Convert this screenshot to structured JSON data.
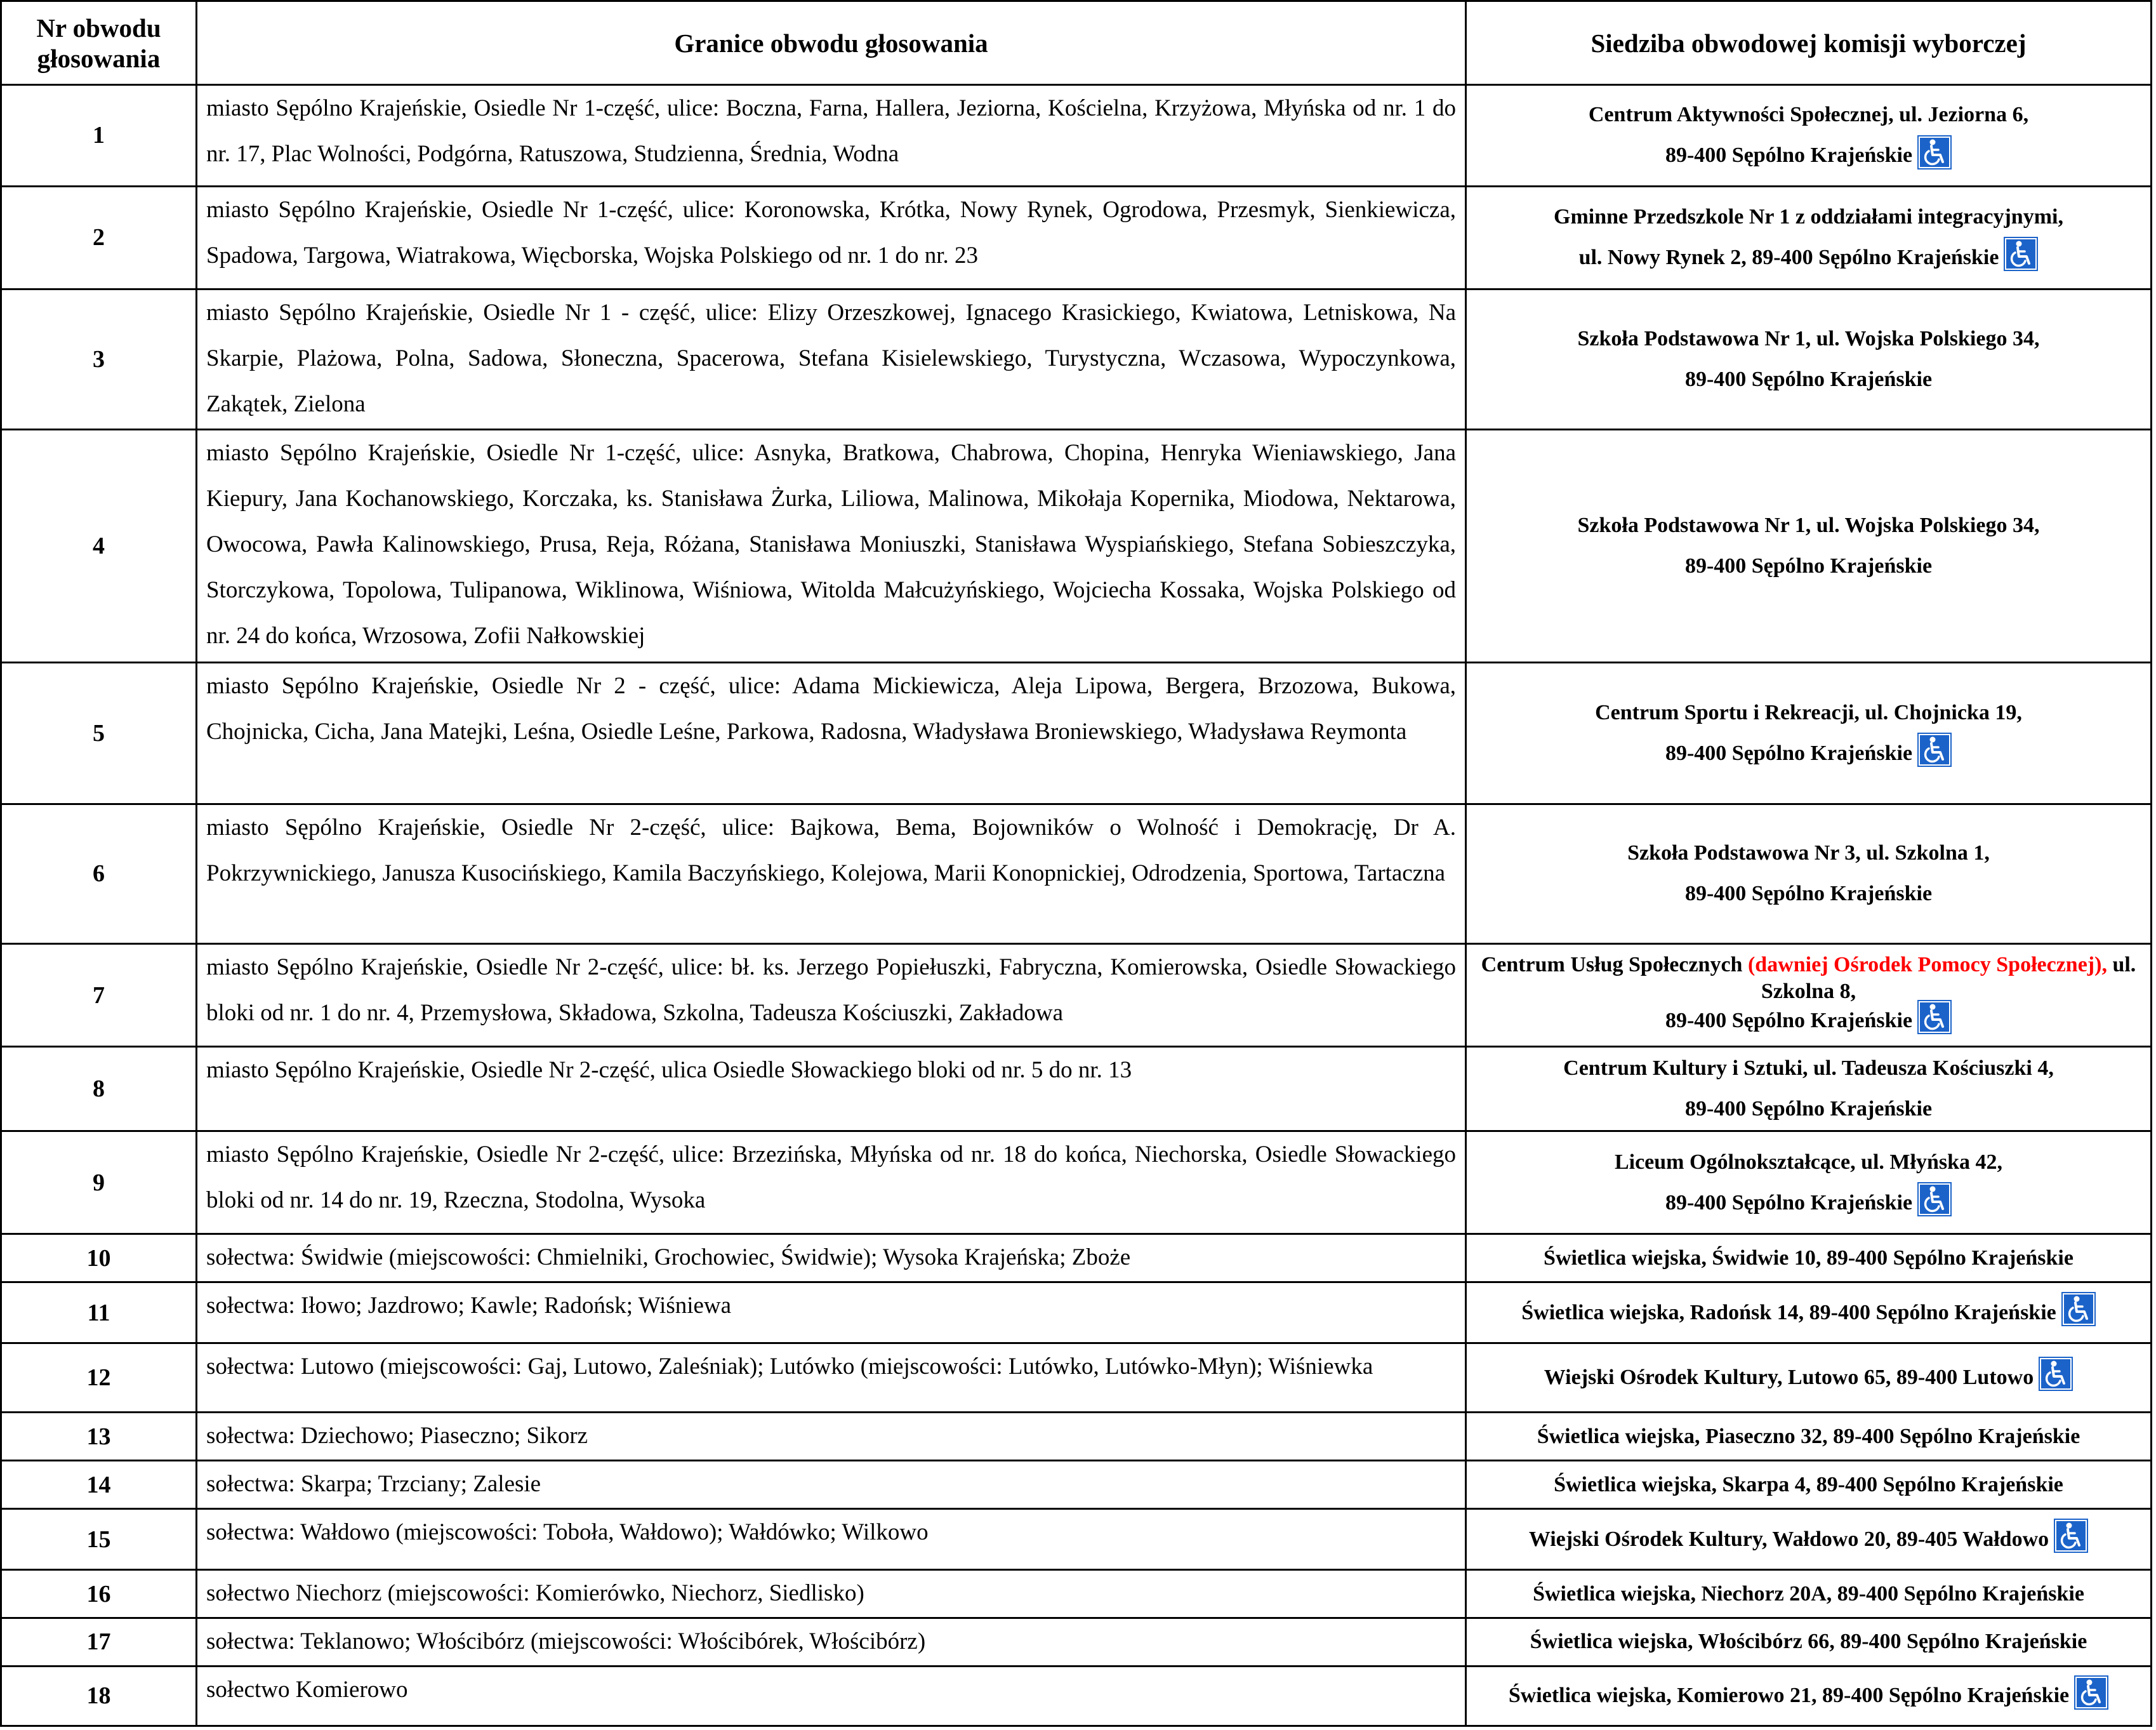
{
  "header": {
    "nr": "Nr obwodu\ngłosowania",
    "granice": "Granice obwodu głosowania",
    "siedziba": "Siedziba obwodowej komisji wyborczej"
  },
  "rows": [
    {
      "nr": "1",
      "granice": "miasto Sępólno Krajeńskie, Osiedle Nr 1-część, ulice: Boczna, Farna, Hallera, Jeziorna, Kościelna, Krzyżowa, Młyńska od nr. 1 do nr. 17, Plac Wolności, Podgórna, Ratuszowa, Studzienna, Średnia, Wodna",
      "siedziba_lines": [
        "Centrum Aktywności Społecznej, ul. Jeziorna 6,",
        "89-400 Sępólno Krajeńskie"
      ],
      "accessible": true
    },
    {
      "nr": "2",
      "granice": "miasto Sępólno Krajeńskie, Osiedle Nr 1-część, ulice: Koronowska, Krótka, Nowy Rynek, Ogrodowa, Przesmyk, Sienkiewicza, Spadowa, Targowa, Wiatrakowa, Więcborska, Wojska Polskiego od nr. 1 do nr. 23",
      "siedziba_lines": [
        "Gminne Przedszkole Nr 1 z oddziałami integracyjnymi,",
        "ul. Nowy Rynek 2,  89-400 Sępólno Krajeńskie"
      ],
      "accessible": true
    },
    {
      "nr": "3",
      "granice": "miasto Sępólno Krajeńskie, Osiedle Nr 1 - część, ulice: Elizy Orzeszkowej, Ignacego Krasickiego, Kwiatowa, Letniskowa, Na Skarpie, Plażowa, Polna, Sadowa, Słoneczna, Spacerowa, Stefana Kisielewskiego, Turystyczna, Wczasowa, Wypoczynkowa, Zakątek, Zielona",
      "siedziba_lines": [
        "Szkoła Podstawowa Nr 1, ul. Wojska Polskiego 34,",
        "89-400 Sępólno Krajeńskie"
      ],
      "accessible": false
    },
    {
      "nr": "4",
      "granice": "miasto Sępólno Krajeńskie, Osiedle Nr 1-część, ulice: Asnyka, Bratkowa, Chabrowa, Chopina, Henryka Wieniawskiego, Jana Kiepury, Jana Kochanowskiego, Korczaka, ks. Stanisława Żurka, Liliowa, Malinowa, Mikołaja Kopernika, Miodowa, Nektarowa, Owocowa, Pawła Kalinowskiego, Prusa, Reja, Różana, Stanisława Moniuszki, Stanisława Wyspiańskiego, Stefana Sobieszczyka, Storczykowa, Topolowa, Tulipanowa, Wiklinowa, Wiśniowa, Witolda Małcużyńskiego, Wojciecha Kossaka, Wojska Polskiego od nr. 24 do końca, Wrzosowa, Zofii Nałkowskiej",
      "siedziba_lines": [
        "Szkoła Podstawowa Nr 1, ul. Wojska Polskiego 34,",
        "89-400 Sępólno Krajeńskie"
      ],
      "accessible": false
    },
    {
      "nr": "5",
      "granice": "miasto Sępólno Krajeńskie, Osiedle Nr 2 - część, ulice: Adama Mickiewicza, Aleja Lipowa, Bergera, Brzozowa, Bukowa, Chojnicka, Cicha, Jana Matejki, Leśna, Osiedle Leśne, Parkowa, Radosna, Władysława Broniewskiego, Władysława Reymonta",
      "siedziba_lines": [
        "Centrum Sportu i Rekreacji, ul. Chojnicka 19,",
        "89-400 Sępólno Krajeńskie"
      ],
      "accessible": true
    },
    {
      "nr": "6",
      "granice": "miasto Sępólno Krajeńskie, Osiedle Nr 2-część, ulice: Bajkowa, Bema, Bojowników o Wolność i Demokrację, Dr A. Pokrzywnickiego, Janusza Kusocińskiego, Kamila Baczyńskiego, Kolejowa, Marii Konopnickiej, Odrodzenia, Sportowa, Tartaczna",
      "siedziba_lines": [
        "Szkoła Podstawowa Nr 3, ul. Szkolna 1,",
        "89-400 Sępólno Krajeńskie"
      ],
      "accessible": false
    },
    {
      "nr": "7",
      "granice": "miasto Sępólno Krajeńskie, Osiedle Nr 2-część, ulice: bł. ks. Jerzego Popiełuszki, Fabryczna, Komierowska, Osiedle Słowackiego bloki od nr. 1 do nr. 4, Przemysłowa, Składowa, Szkolna, Tadeusza Kościuszki, Zakładowa",
      "siedziba_a": "Centrum Usług Społecznych ",
      "siedziba_red": "(dawniej Ośrodek Pomocy Społecznej),",
      "siedziba_b": " ul. Szkolna 8,",
      "siedziba_c": "89-400 Sępólno Krajeńskie",
      "accessible": true
    },
    {
      "nr": "8",
      "granice": "miasto Sępólno Krajeńskie, Osiedle Nr 2-część, ulica Osiedle Słowackiego bloki od nr. 5 do nr. 13",
      "siedziba_lines": [
        "Centrum Kultury i Sztuki, ul. Tadeusza Kościuszki 4,",
        "89-400 Sępólno Krajeńskie"
      ],
      "accessible": false
    },
    {
      "nr": "9",
      "granice": "miasto Sępólno Krajeńskie, Osiedle Nr 2-część, ulice: Brzezińska, Młyńska od nr. 18 do końca, Niechorska, Osiedle Słowackiego bloki od nr. 14 do nr. 19, Rzeczna, Stodolna, Wysoka",
      "siedziba_lines": [
        "Liceum Ogólnokształcące, ul. Młyńska 42,",
        "89-400 Sępólno Krajeńskie"
      ],
      "accessible": true
    },
    {
      "nr": "10",
      "granice": "sołectwa: Świdwie (miejscowości: Chmielniki, Grochowiec, Świdwie); Wysoka Krajeńska; Zboże",
      "siedziba_lines": [
        "Świetlica wiejska, Świdwie 10, 89-400 Sępólno Krajeńskie"
      ],
      "accessible": false
    },
    {
      "nr": "11",
      "granice": "sołectwa: Iłowo; Jazdrowo; Kawle; Radońsk; Wiśniewa",
      "siedziba_lines": [
        "Świetlica wiejska, Radońsk 14,  89-400 Sępólno Krajeńskie"
      ],
      "accessible": true
    },
    {
      "nr": "12",
      "granice": "sołectwa: Lutowo (miejscowości: Gaj, Lutowo, Zaleśniak); Lutówko (miejscowości: Lutówko, Lutówko-Młyn); Wiśniewka",
      "siedziba_lines": [
        "Wiejski Ośrodek Kultury, Lutowo 65, 89-400 Lutowo"
      ],
      "accessible": true
    },
    {
      "nr": "13",
      "granice": "sołectwa: Dziechowo; Piaseczno; Sikorz",
      "siedziba_lines": [
        "Świetlica wiejska, Piaseczno 32, 89-400 Sępólno Krajeńskie"
      ],
      "accessible": false
    },
    {
      "nr": "14",
      "granice": "sołectwa: Skarpa; Trzciany; Zalesie",
      "siedziba_lines": [
        "Świetlica wiejska, Skarpa 4, 89-400 Sępólno Krajeńskie"
      ],
      "accessible": false
    },
    {
      "nr": "15",
      "granice": "sołectwa: Wałdowo (miejscowości: Toboła, Wałdowo); Wałdówko; Wilkowo",
      "siedziba_lines": [
        "Wiejski Ośrodek Kultury, Wałdowo 20,  89-405 Wałdowo"
      ],
      "accessible": true
    },
    {
      "nr": "16",
      "granice": "sołectwo Niechorz (miejscowości: Komierówko, Niechorz, Siedlisko)",
      "siedziba_lines": [
        "Świetlica wiejska, Niechorz 20A, 89-400 Sępólno Krajeńskie"
      ],
      "accessible": false
    },
    {
      "nr": "17",
      "granice": "sołectwa: Teklanowo; Włościbórz (miejscowości: Włościbórek, Włościbórz)",
      "siedziba_lines": [
        "Świetlica wiejska, Włościbórz 66, 89-400 Sępólno Krajeńskie"
      ],
      "accessible": false
    },
    {
      "nr": "18",
      "granice": "sołectwo Komierowo",
      "siedziba_lines": [
        "Świetlica wiejska, Komierowo 21,  89-400 Sępólno Krajeńskie"
      ],
      "accessible": true
    }
  ],
  "icons": {
    "accessible": "wheelchair-accessible-icon"
  },
  "colors": {
    "accessible_icon_bg": "#1c63c9",
    "highlight_red": "#ff0000"
  }
}
